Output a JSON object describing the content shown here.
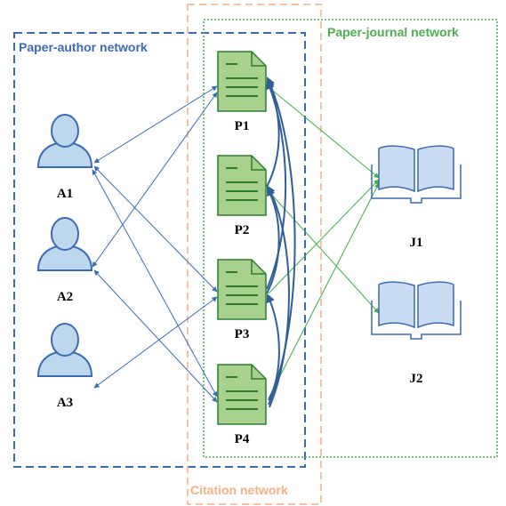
{
  "networks": {
    "paper_author": {
      "label": "Paper-author network",
      "color": "#3A6CB5"
    },
    "paper_journal": {
      "label": "Paper-journal network",
      "color": "#4CAF50"
    },
    "citation": {
      "label": "Citation network",
      "color": "#F4B183"
    }
  },
  "authors": [
    {
      "id": "A1",
      "label": "A1"
    },
    {
      "id": "A2",
      "label": "A2"
    },
    {
      "id": "A3",
      "label": "A3"
    }
  ],
  "papers": [
    {
      "id": "P1",
      "label": "P1"
    },
    {
      "id": "P2",
      "label": "P2"
    },
    {
      "id": "P3",
      "label": "P3"
    },
    {
      "id": "P4",
      "label": "P4"
    }
  ],
  "journals": [
    {
      "id": "J1",
      "label": "J1"
    },
    {
      "id": "J2",
      "label": "J2"
    }
  ],
  "colors": {
    "author_fill": "#BDD7EE",
    "author_stroke": "#3A6CB5",
    "paper_fill": "#A9D18E",
    "paper_stroke": "#2E7D32",
    "journal_fill": "#C9DCF3",
    "journal_stroke": "#3A6CB5",
    "author_edge": "#3A6CB5",
    "journal_edge": "#3CB043",
    "citation_edge": "#2F5F96"
  }
}
